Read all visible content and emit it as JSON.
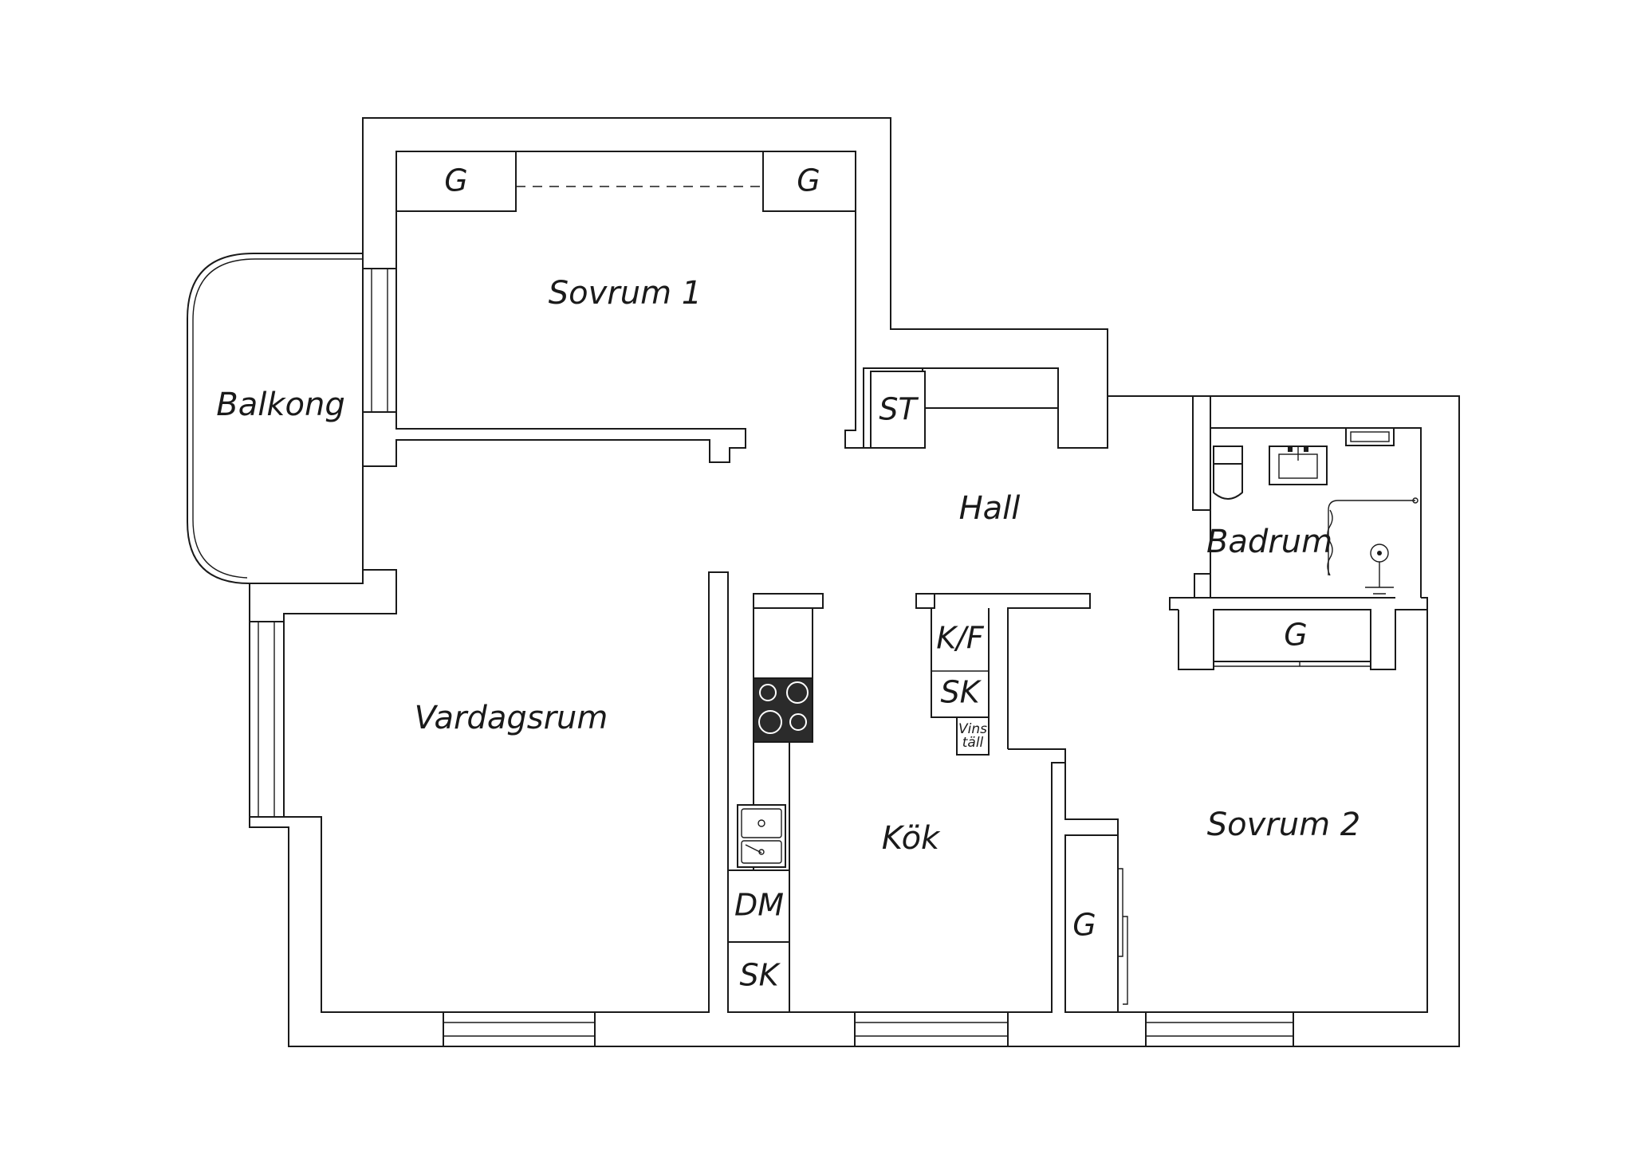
{
  "rooms": {
    "sovrum1": "Sovrum 1",
    "balkong": "Balkong",
    "hall": "Hall",
    "badrum": "Badrum",
    "vardagsrum": "Vardagsrum",
    "kok": "Kök",
    "sovrum2": "Sovrum 2"
  },
  "fixtures": {
    "garderob_left": "G",
    "garderob_right": "G",
    "storage": "ST",
    "garderob_sovrum2_top": "G",
    "garderob_sovrum2_side": "G",
    "kyl_frys": "K/F",
    "skap_hall": "SK",
    "vinskap_line1": "Vins",
    "vinskap_line2": "täll",
    "diskmaskin": "DM",
    "skap_kok": "SK"
  }
}
